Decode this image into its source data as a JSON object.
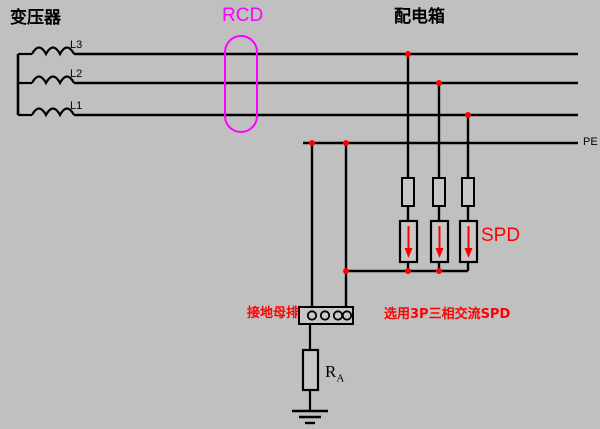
{
  "diagram": {
    "title_transformer": "变压器",
    "title_distribution_box": "配电箱",
    "label_rcd": "RCD",
    "label_spd": "SPD",
    "label_earthing_busbar": "接地母排",
    "note_spd_selection": "选用3P三相交流SPD",
    "label_resistor": "R",
    "label_resistor_sub": "A",
    "phase_labels": {
      "l3": "L3",
      "l2": "L2",
      "l1": "L1",
      "pe": "PE"
    },
    "colors": {
      "background": "#c0c0c0",
      "wire": "#000000",
      "junction_dot": "#ff0000",
      "rcd_outline": "#ff00ff",
      "spd_text": "#ff0000",
      "annotation_text": "#ff0000",
      "device_fill": "#c8c8c8"
    },
    "counts": {
      "transformer_windings": 3,
      "spd_units": 3,
      "fuse_units": 3,
      "busbar_terminals": 4,
      "ground_bars": 3
    }
  }
}
